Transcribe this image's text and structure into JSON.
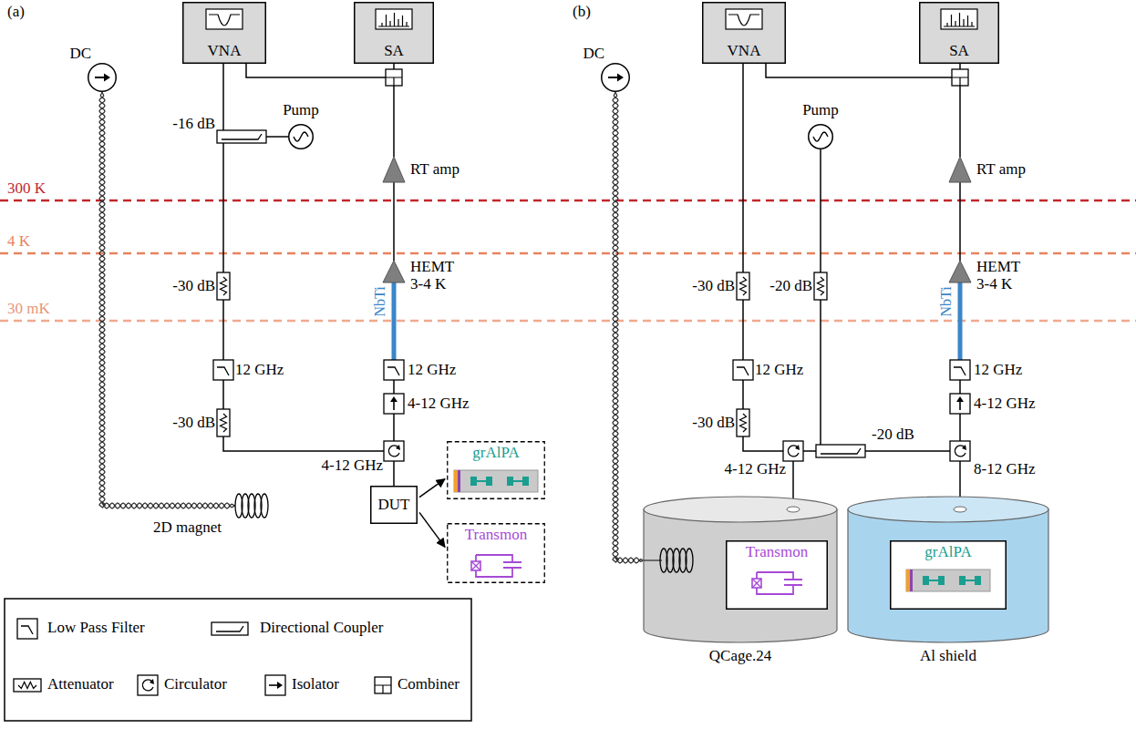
{
  "diagram": {
    "nodes": [
      {
        "text": [
          "VNA"
        ]
      },
      {
        "text": [
          "SA"
        ]
      },
      {
        "text": [
          "DC"
        ]
      },
      {
        "text": [
          "Pump"
        ]
      },
      {
        "text": [
          "RT amp"
        ]
      },
      {
        "text": [
          "HEMT 3-4 K"
        ]
      },
      {
        "text": [
          "DUT"
        ]
      },
      {
        "text": [
          "grAlPA"
        ]
      },
      {
        "text": [
          "Transmon"
        ]
      },
      {
        "text": [
          "VNA"
        ]
      },
      {
        "text": [
          "SA"
        ]
      },
      {
        "text": [
          "DC"
        ]
      },
      {
        "text": [
          "Pump"
        ]
      },
      {
        "text": [
          "RT amp"
        ]
      },
      {
        "text": [
          "HEMT 3-4 K"
        ]
      },
      {
        "text": [
          "QCage.24"
        ]
      },
      {
        "text": [
          "Transmon"
        ],
        "in": 15
      },
      {
        "text": [
          "Al shield"
        ]
      },
      {
        "text": [
          "grAlPA"
        ],
        "in": 17
      }
    ],
    "edges": [
      {
        "from": 5,
        "to": 4,
        "arrow": "none"
      },
      {
        "from": 6,
        "to": 7,
        "arrow": "to"
      },
      {
        "from": 6,
        "to": 8,
        "arrow": "to"
      },
      {
        "from": 14,
        "to": 13,
        "arrow": "none"
      },
      {
        "from": 11,
        "to": 15,
        "arrow": "none"
      }
    ],
    "labels": [
      "(a)",
      "(b)",
      "300 K",
      "4 K",
      "30 mK",
      "-16 dB",
      "-30 dB",
      "NbTi",
      "12 GHz",
      "12 GHz",
      "-30 dB",
      "4-12 GHz",
      "4-12 GHz",
      "2D magnet",
      "-30 dB",
      "-20 dB",
      "NbTi",
      "12 GHz",
      "12 GHz",
      "-30 dB",
      "-20 dB",
      "4-12 GHz",
      "4-12 GHz",
      "8-12 GHz"
    ],
    "legend": [
      {
        "text": "Low Pass Filter"
      },
      {
        "text": "Directional Coupler"
      },
      {
        "text": "Attenuator"
      },
      {
        "text": "Circulator"
      },
      {
        "text": "Isolator"
      },
      {
        "text": "Combiner"
      }
    ]
  }
}
